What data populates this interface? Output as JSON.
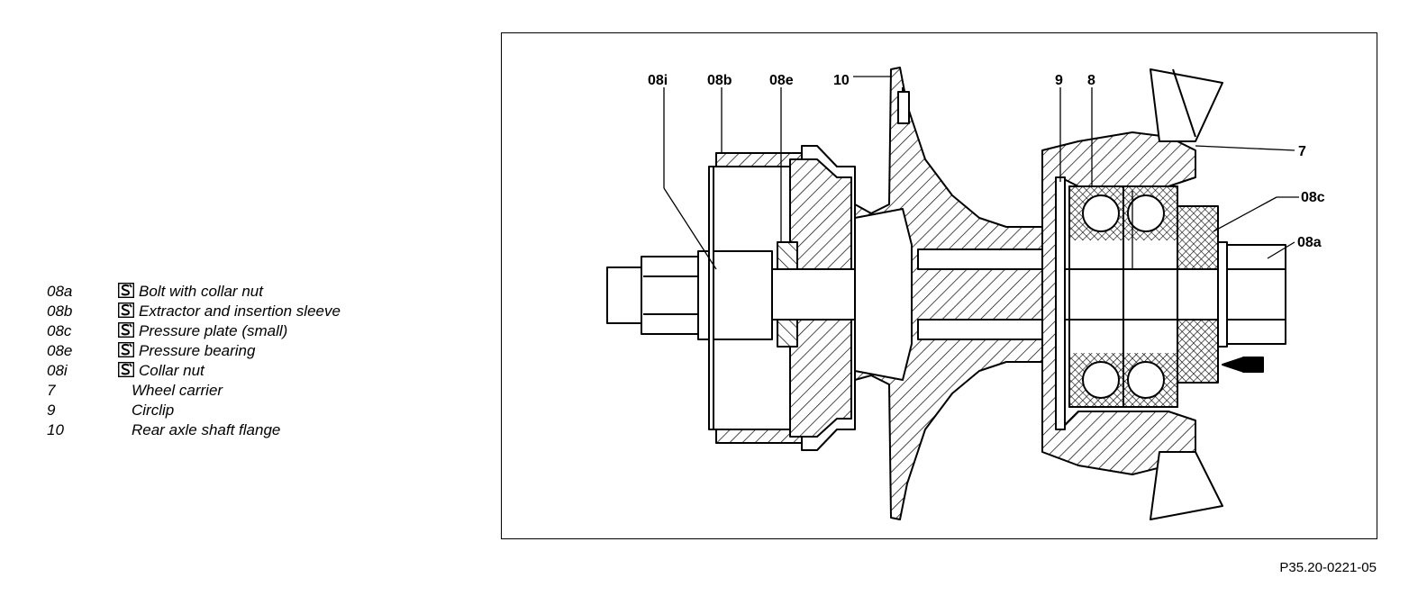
{
  "legend": [
    {
      "code": "08a",
      "text": "Bolt with collar nut",
      "tool": true
    },
    {
      "code": "08b",
      "text": "Extractor and insertion sleeve",
      "tool": true
    },
    {
      "code": "08c",
      "text": "Pressure plate (small)",
      "tool": true
    },
    {
      "code": "08e",
      "text": "Pressure bearing",
      "tool": true
    },
    {
      "code": "08i",
      "text": "Collar nut",
      "tool": true
    },
    {
      "code": "7",
      "text": "Wheel carrier",
      "tool": false
    },
    {
      "code": "9",
      "text": "Circlip",
      "tool": false
    },
    {
      "code": "10",
      "text": "Rear axle shaft flange",
      "tool": false
    }
  ],
  "callouts": {
    "c08i": "08i",
    "c08b": "08b",
    "c08e": "08e",
    "c10": "10",
    "c9": "9",
    "c8": "8",
    "c7": "7",
    "c08c": "08c",
    "c08a": "08a"
  },
  "figure_ref": "P35.20-0221-05",
  "tool_icon": "special-tool-icon"
}
